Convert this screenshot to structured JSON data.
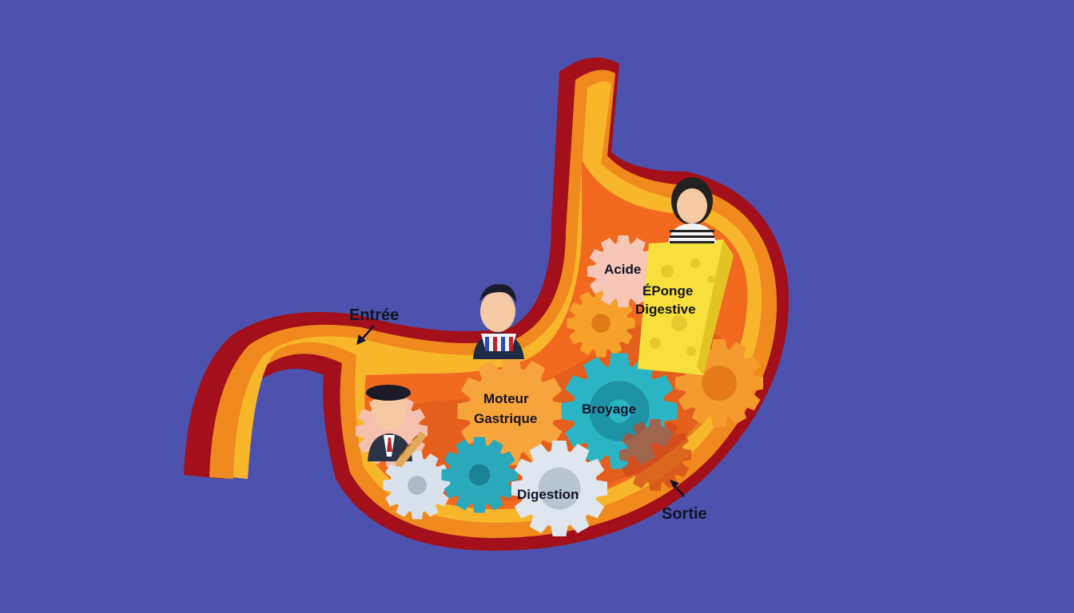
{
  "colors": {
    "background": "#4c52ad",
    "outer_wall": "#a3101b",
    "mid_wall": "#f08a1e",
    "inner_rim": "#f8b62b",
    "cavity": "#f26a1f",
    "teal_gear": "#2bb5c4",
    "silver_gear": "#d9e2ea",
    "cheese": "#f7e03c",
    "label_text": "#141428"
  },
  "labels": {
    "entree": "Entrée",
    "sortie": "Sortie",
    "acide": "Acide",
    "eponge_line1": "ÉPonge",
    "eponge_line2": "Digestive",
    "moteur_line1": "Moteur",
    "moteur_line2": "Gastrique",
    "broyage": "Broyage",
    "digestion": "Digestion"
  },
  "icons": {
    "gears": "gear-icon",
    "cheese": "cheese-icon",
    "people": "person-icon",
    "arrows": "arrow-icon"
  }
}
